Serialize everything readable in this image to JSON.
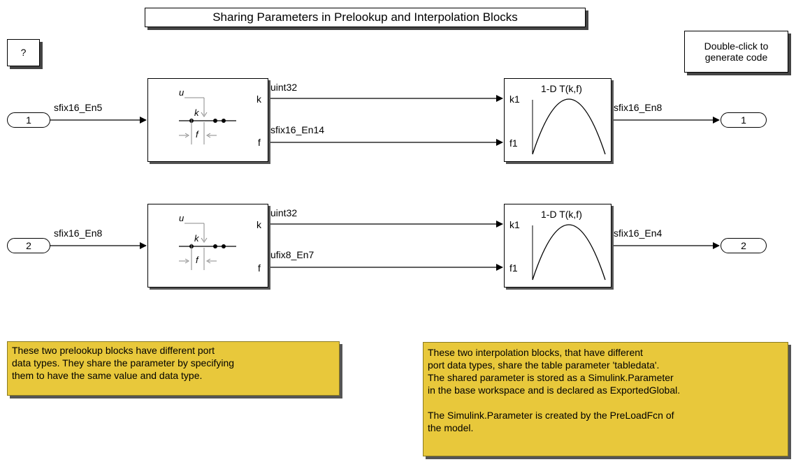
{
  "title": "Sharing Parameters in Prelookup and Interpolation Blocks",
  "help_button": "?",
  "generate_code": [
    "Double-click to",
    "generate code"
  ],
  "inports": [
    "1",
    "2"
  ],
  "outports": [
    "1",
    "2"
  ],
  "prelookup": {
    "u_label": "u",
    "k_label": "k",
    "f_label": "f",
    "port_k": "k",
    "port_f": "f"
  },
  "interpolation": {
    "title": "1-D T(k,f)",
    "port_k": "k1",
    "port_f": "f1"
  },
  "signals": {
    "row1": {
      "in": "sfix16_En5",
      "k": "uint32",
      "f": "sfix16_En14",
      "out": "sfix16_En8"
    },
    "row2": {
      "in": "sfix16_En8",
      "k": "uint32",
      "f": "ufix8_En7",
      "out": "sfix16_En4"
    }
  },
  "notes": {
    "left": [
      "These two prelookup blocks have different port",
      "data types. They share the parameter by specifying",
      "them to have the same value and data type."
    ],
    "right_p1": [
      "These two interpolation blocks, that have different",
      "port data types, share the table parameter 'tabledata'.",
      "The shared parameter is stored as a Simulink.Parameter",
      "in the base workspace and is declared as ExportedGlobal."
    ],
    "right_p2": [
      "The Simulink.Parameter is created by the PreLoadFcn of",
      "the model."
    ]
  },
  "colors": {
    "note_fill": "#e8c83b",
    "canvas": "#ffffff",
    "line": "#000000"
  }
}
